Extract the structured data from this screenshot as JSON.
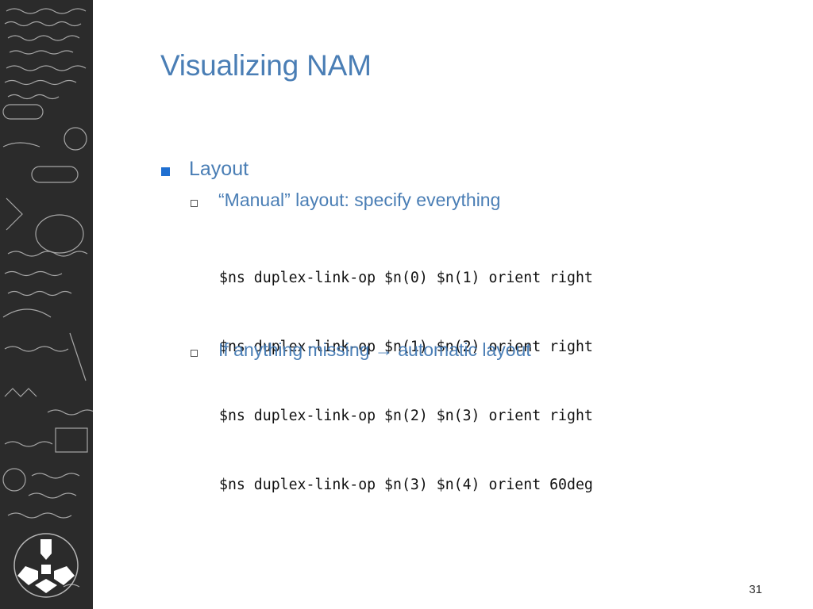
{
  "slide": {
    "title": "Visualizing NAM",
    "bullet": "Layout",
    "sub1": "“Manual” layout: specify everything",
    "code_lines": [
      "$ns duplex-link-op $n(0) $n(1) orient right",
      "$ns duplex-link-op $n(1) $n(2) orient right",
      "$ns duplex-link-op $n(2) $n(3) orient right",
      "$ns duplex-link-op $n(3) $n(4) orient 60deg"
    ],
    "sub2": "If anything missing → automatic layout",
    "page_number": "31"
  },
  "colors": {
    "title": "#4a7eb5",
    "bullet_square": "#1f6fd1",
    "sidebar_bg": "#2b2b2b"
  },
  "icons": {
    "bullet1": "filled-square-bullet",
    "bullet2": "hollow-square-bullet",
    "logo": "university-seal-logo"
  }
}
